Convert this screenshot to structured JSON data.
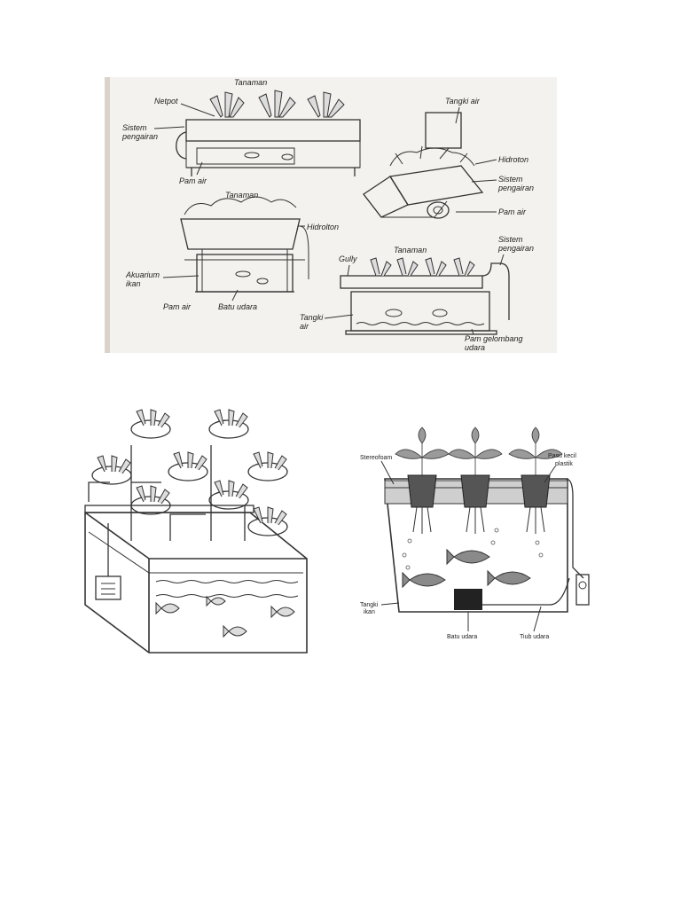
{
  "top_panel": {
    "d1": {
      "tanaman": "Tanaman",
      "netpot": "Netpot",
      "sistem1": "Sistem",
      "sistem2": "pengairan",
      "pam": "Pam air"
    },
    "d2": {
      "tangki": "Tangki air",
      "hidroton": "Hidroton",
      "sistem1": "Sistem",
      "sistem2": "pengairan",
      "pam": "Pam air"
    },
    "d3": {
      "tanaman": "Tanaman",
      "hidroton": "Hidrolton",
      "akuarium1": "Akuarium",
      "akuarium2": "ikan",
      "pam": "Pam air",
      "batu": "Batu udara"
    },
    "d4": {
      "sistem1": "Sistem",
      "sistem2": "pengairan",
      "gully": "Gully",
      "tanaman": "Tanaman",
      "tangki1": "Tangki",
      "tangki2": "air",
      "pam1": "Pam gelombang",
      "pam2": "udara"
    }
  },
  "right_panel": {
    "stereofoam": "Stereofoam",
    "pasu1": "Pasu kecil",
    "pasu2": "plastik",
    "tangki1": "Tangki",
    "tangki2": "ikan",
    "batu": "Batu udara",
    "tiub": "Tiub udara"
  },
  "colors": {
    "panel_bg": "#f4f2ee",
    "ink": "#333333"
  }
}
